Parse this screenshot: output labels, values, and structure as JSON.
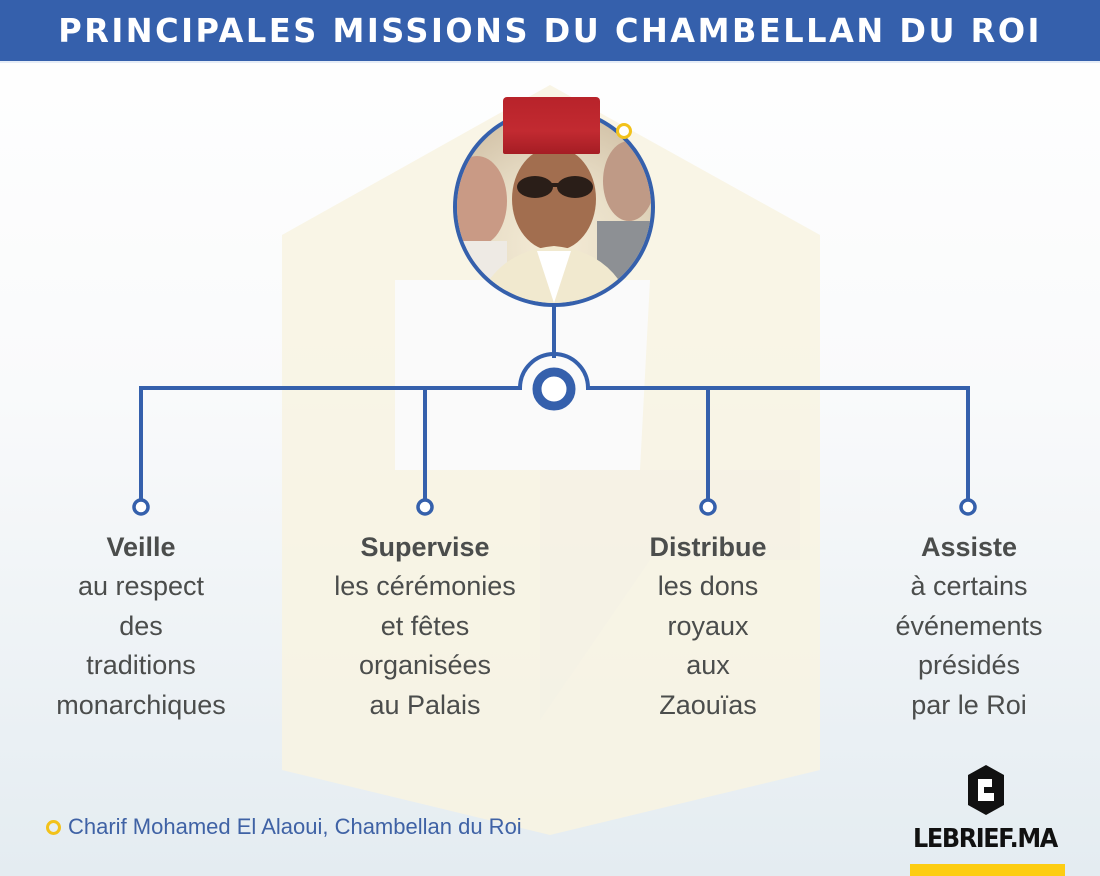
{
  "header": {
    "title": "PRINCIPALES MISSIONS DU CHAMBELLAN DU ROI"
  },
  "colors": {
    "primary_blue": "#3560ac",
    "accent_yellow": "#f2c21b",
    "fez_red": "#b8232a",
    "text_gray": "#4b4d4c",
    "caption_blue": "#3f62a5",
    "brand_yellow": "#fdcd12"
  },
  "portrait": {
    "subject": "Charif Mohamed El Alaoui"
  },
  "missions": [
    {
      "title": "Veille",
      "lines": [
        "au respect",
        "des",
        "traditions",
        "monarchiques"
      ]
    },
    {
      "title": "Supervise",
      "lines": [
        "les cérémonies",
        "et fêtes",
        "organisées",
        "au Palais"
      ]
    },
    {
      "title": "Distribue",
      "lines": [
        "les dons",
        "royaux",
        "aux",
        "Zaouïas"
      ]
    },
    {
      "title": "Assiste",
      "lines": [
        "à certains",
        "événements",
        "présidés",
        "par le Roi"
      ]
    }
  ],
  "caption": {
    "text": "Charif Mohamed El Alaoui, Chambellan du Roi"
  },
  "brand": {
    "name": "LEBRIEF.MA",
    "logo_icon": "lebrief-logo-icon"
  }
}
